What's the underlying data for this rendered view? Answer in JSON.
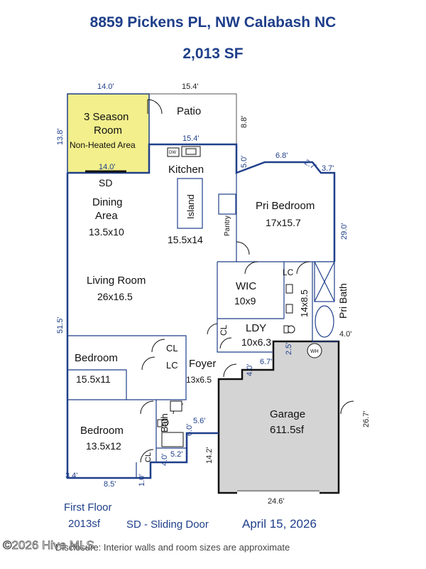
{
  "header": {
    "address": "8859 Pickens PL, NW Calabash NC",
    "area": "2,013 SF"
  },
  "rooms": {
    "three_season": [
      "3 Season",
      "Room"
    ],
    "non_heated": "Non-Heated Area",
    "patio": "Patio",
    "kitchen": "Kitchen",
    "island": "Island",
    "pantry": "Pantry",
    "kitchen_size": "15.5x14",
    "dining": [
      "Dining",
      "Area"
    ],
    "dining_size": "13.5x10",
    "living": "Living Room",
    "living_size": "26x16.5",
    "pri_bedroom": "Pri Bedroom",
    "pri_bedroom_size": "17x15.7",
    "wic": "WIC",
    "wic_size": "10x9",
    "lc1": "LC",
    "pri_bath": "Pri Bath",
    "pri_bath_size": "14x8.5",
    "ldy": "LDY",
    "ldy_size": "10x6.3",
    "cl_ldy": "CL",
    "bedroom1": "Bedroom",
    "bedroom1_size": "15.5x11",
    "cl1": "CL",
    "lc2": "LC",
    "foyer": "Foyer",
    "foyer_size": "13x6.5",
    "bedroom2": "Bedroom",
    "bedroom2_size": "13.5x12",
    "bath": "Bath",
    "cl2": "CL",
    "garage": "Garage",
    "garage_size": "611.5sf",
    "sd": "SD",
    "dw": "DW",
    "wh": "WH"
  },
  "dimensions": {
    "d_14_0_top": "14.0'",
    "d_15_4_top": "15.4'",
    "d_13_8": "13.8'",
    "d_8_8": "8.8'",
    "d_15_4_mid": "15.4'",
    "d_14_0_mid": "14.0'",
    "d_5_0": "5.0'",
    "d_6_8": "6.8'",
    "d_2_7": "2.7'",
    "d_3_7": "3.7'",
    "d_29_0": "29.0'",
    "d_51_5": "51.5'",
    "d_4_0_bath": "4.0'",
    "d_2_5": "2.5'",
    "d_6_7": "6.7'",
    "d_4_0_foyer": "4.0'",
    "d_5_6": "5.6'",
    "d_6_0": "6.0'",
    "d_5_2": "5.2'",
    "d_4_0_low": "4.0'",
    "d_14_2": "14.2'",
    "d_26_7": "26.7'",
    "d_3_4": "3.4'",
    "d_8_5": "8.5'",
    "d_1_0": "1.0'",
    "d_24_6": "24.6'"
  },
  "footer": {
    "floor": "First Floor",
    "floor_area": "2013sf",
    "legend": "SD - Sliding Door",
    "date": "April 15, 2026",
    "disclosure": "Disclosure: Interior walls and room sizes are approximate",
    "watermark": "©2026 Hive MLS"
  },
  "colors": {
    "wall": "#1f3f8a",
    "three_season_fill": "#f2ef8c",
    "garage_fill": "#d4d4d4",
    "title": "#1f3f8a"
  }
}
